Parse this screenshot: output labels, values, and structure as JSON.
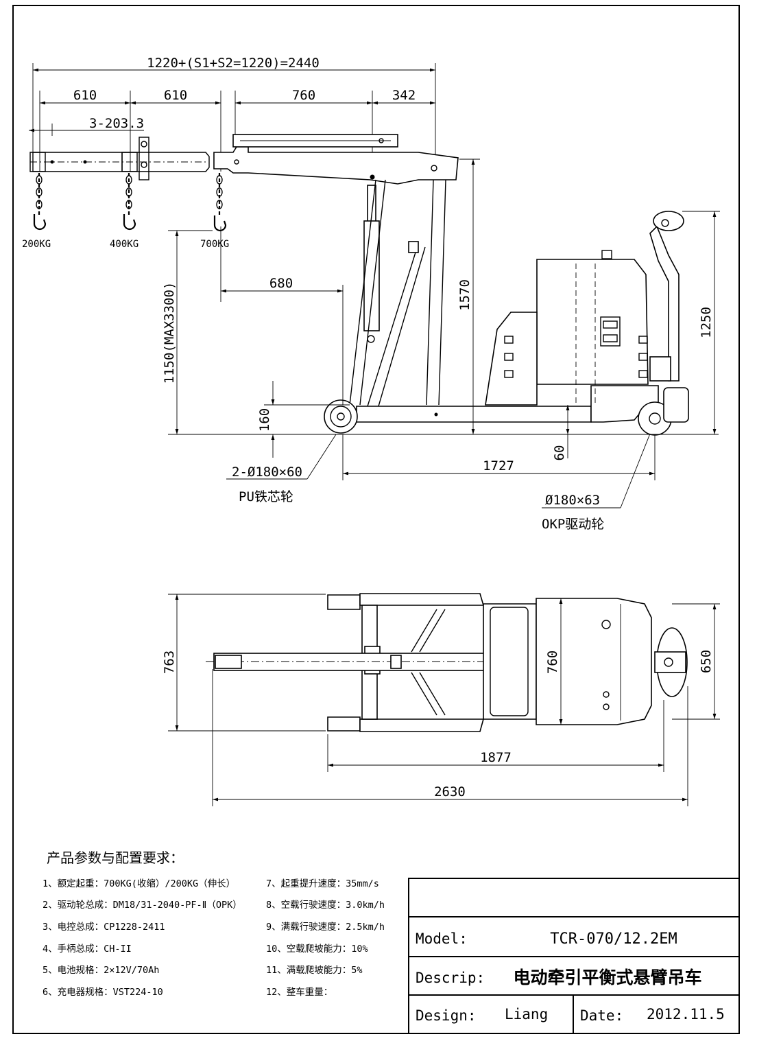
{
  "side_view": {
    "total_dimension": "1220+(S1+S2=1220)=2440",
    "seg_610_a": "610",
    "seg_610_b": "610",
    "seg_760": "760",
    "seg_342": "342",
    "step_label": "3-203.3",
    "load_200": "200KG",
    "load_400": "400KG",
    "load_700": "700KG",
    "reach_680": "680",
    "lift_height": "1150(MAX3300)",
    "height_1570": "1570",
    "height_1250": "1250",
    "height_160": "160",
    "clearance_60": "60",
    "wheelbase_1727": "1727",
    "front_wheel_spec": "2-Ø180×60",
    "front_wheel_type": "PU铁芯轮",
    "drive_wheel_spec": "Ø180×63",
    "drive_wheel_type": "OKP驱动轮"
  },
  "top_view": {
    "width_763": "763",
    "width_760": "760",
    "width_650": "650",
    "length_1877": "1877",
    "length_2630": "2630"
  },
  "specs": {
    "heading": "产品参数与配置要求：",
    "left": [
      "1、额定起重：700KG(收缩）/200KG（伸长）",
      "2、驱动轮总成：DM18/31-2040-PF-Ⅱ（OPK）",
      "3、电控总成：CP1228-2411",
      "4、手柄总成：CH-II",
      "5、电池规格：2×12V/70Ah",
      "6、充电器规格：VST224-10"
    ],
    "right": [
      "7、起重提升速度：35mm/s",
      "8、空载行驶速度：3.0km/h",
      "9、满载行驶速度：2.5km/h",
      "10、空载爬坡能力：10%",
      "11、满载爬坡能力：5%",
      "12、整车重量："
    ]
  },
  "title_block": {
    "model_label": "Model:",
    "model_value": "TCR-070/12.2EM",
    "descrip_label": "Descrip:",
    "descrip_value": "电动牵引平衡式悬臂吊车",
    "design_label": "Design:",
    "design_value": "Liang",
    "date_label": "Date:",
    "date_value": "2012.11.5"
  }
}
